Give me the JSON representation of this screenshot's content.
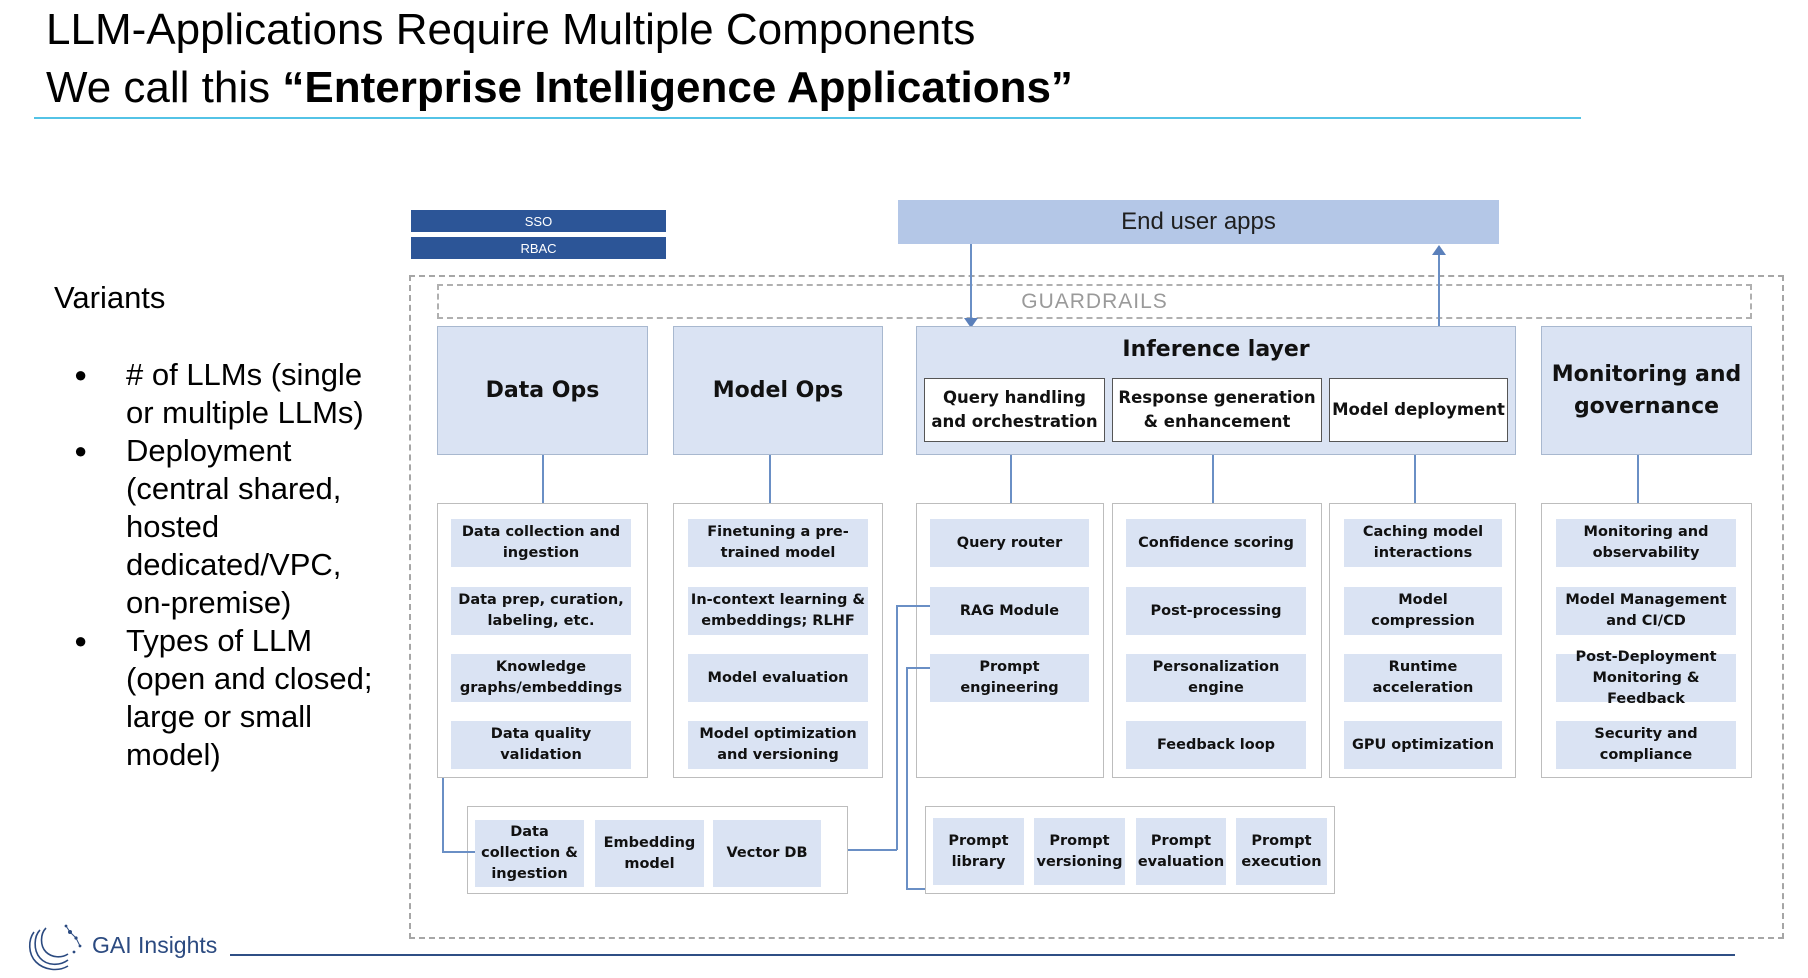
{
  "title": {
    "line1": "LLM-Applications Require Multiple Components",
    "line2_prefix": "We call this ",
    "line2_bold": "“Enterprise Intelligence Applications”"
  },
  "variants": {
    "heading": "Variants",
    "items": [
      "# of LLMs (single or multiple LLMs)",
      "Deployment (central shared, hosted dedicated/VPC, on-premise)",
      "Types of LLM (open and closed; large or small model)"
    ]
  },
  "auth": {
    "sso": "SSO",
    "rbac": "RBAC"
  },
  "end_user_apps": "End user apps",
  "guardrails": "GUARDRAILS",
  "panels": {
    "data_ops": "Data Ops",
    "model_ops": "Model Ops",
    "inference": {
      "title": "Inference layer",
      "query": "Query handling and orchestration",
      "response": "Response generation & enhancement",
      "deployment": "Model deployment"
    },
    "monitoring": "Monitoring and governance"
  },
  "columns": {
    "data_ops": [
      "Data collection and ingestion",
      "Data prep, curation, labeling, etc.",
      "Knowledge graphs/embeddings",
      "Data quality validation"
    ],
    "model_ops": [
      "Finetuning a pre-trained model",
      "In-context learning & embeddings; RLHF",
      "Model evaluation",
      "Model optimization and versioning"
    ],
    "query": [
      "Query router",
      "RAG Module",
      "Prompt engineering"
    ],
    "response": [
      "Confidence scoring",
      "Post-processing",
      "Personalization engine",
      "Feedback loop"
    ],
    "deployment": [
      "Caching model interactions",
      "Model compression",
      "Runtime acceleration",
      "GPU optimization"
    ],
    "monitoring": [
      "Monitoring and observability",
      "Model Management and CI/CD",
      "Post-Deployment Monitoring & Feedback",
      "Security and compliance"
    ]
  },
  "rag_pipeline": [
    "Data collection & ingestion",
    "Embedding model",
    "Vector DB"
  ],
  "prompt_tools": [
    "Prompt library",
    "Prompt versioning",
    "Prompt evaluation",
    "Prompt execution"
  ],
  "footer": {
    "brand": "GAI Insights"
  },
  "colors": {
    "accent_rule": "#53c3e6",
    "dark_blue": "#2c5597",
    "panel_blue": "#dae3f3",
    "end_user_blue": "#b4c7e7"
  }
}
